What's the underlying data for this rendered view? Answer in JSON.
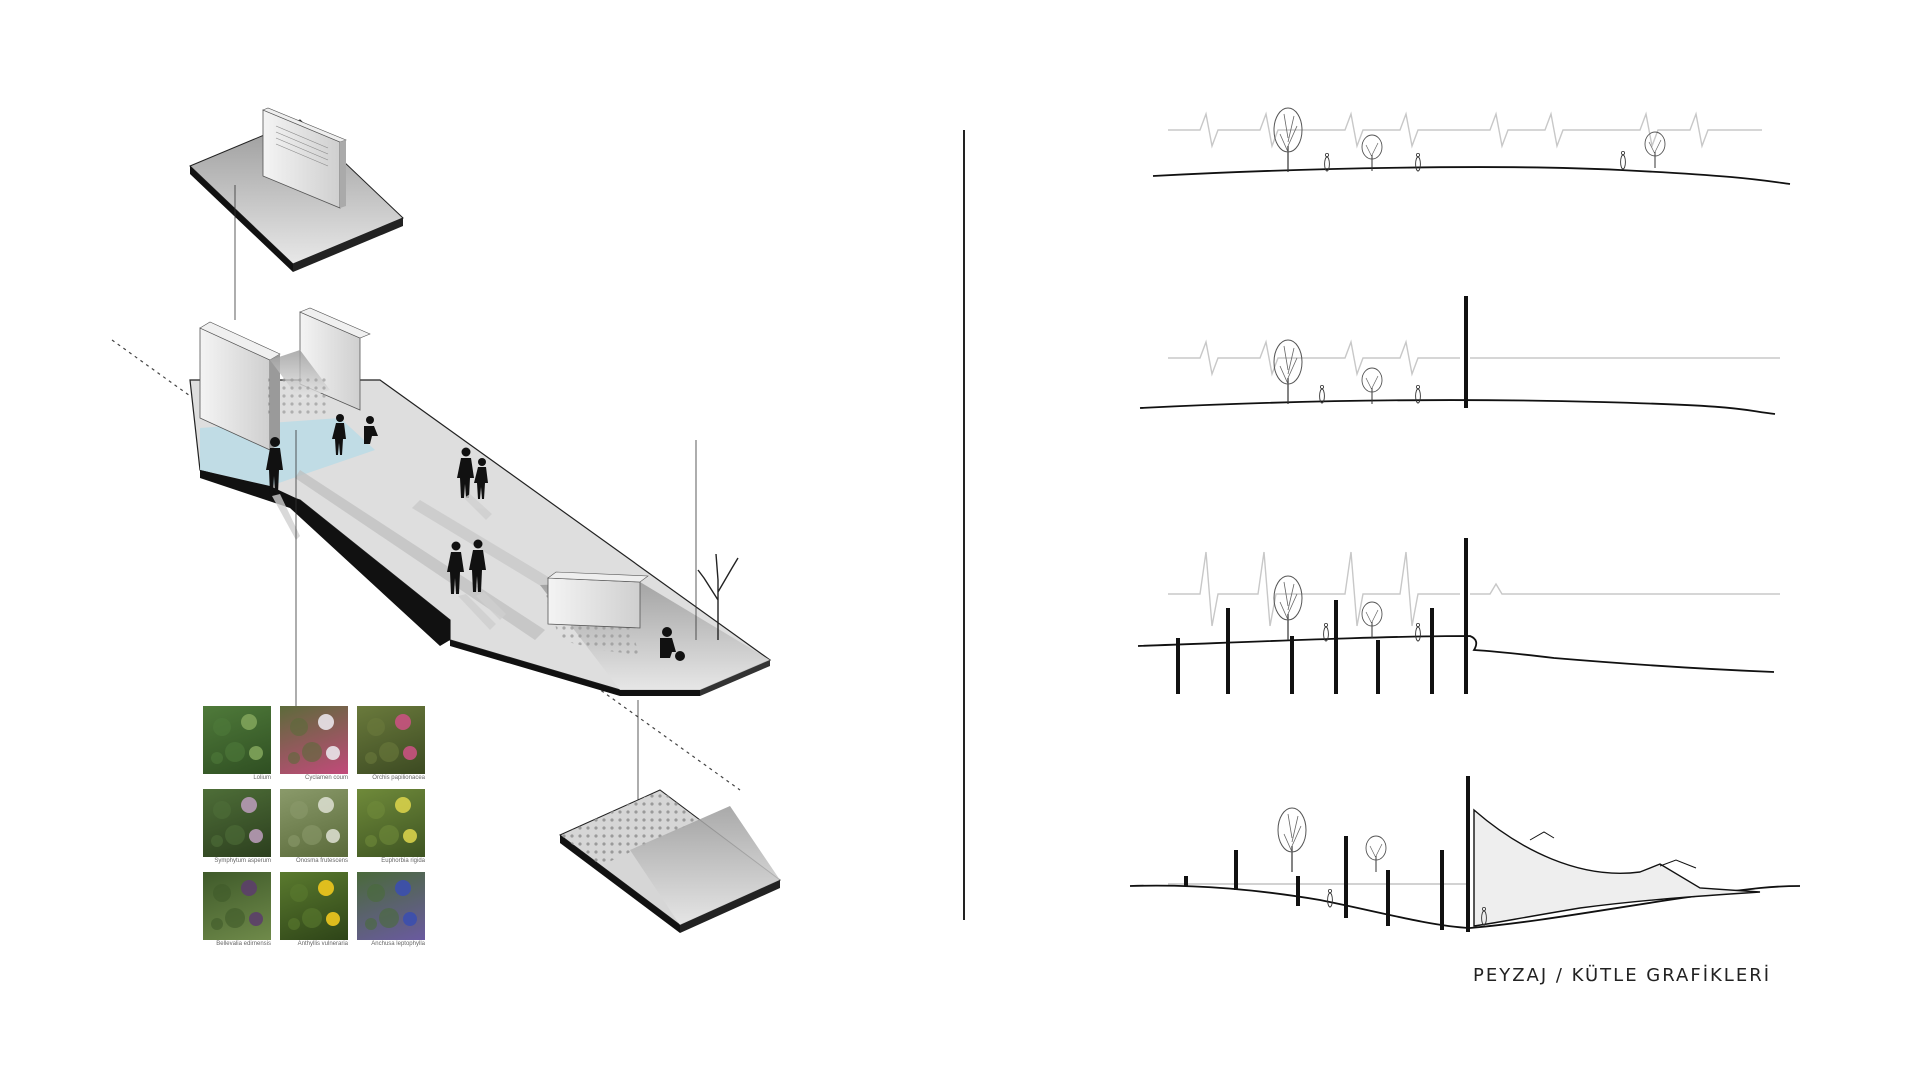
{
  "footer": {
    "title": "PEYZAJ / KÜTLE GRAFİKLERİ"
  },
  "plants": [
    {
      "name": "Lolium",
      "colors": [
        "#4f7a3a",
        "#7fa35a",
        "#2f4f22"
      ]
    },
    {
      "name": "Cyclamen coum",
      "colors": [
        "#5c6b3a",
        "#e9e4ea",
        "#c24a7a"
      ]
    },
    {
      "name": "Orchis papilionacea",
      "colors": [
        "#6a7a3c",
        "#c8527f",
        "#3c4a22"
      ]
    },
    {
      "name": "Symphytum asperum",
      "colors": [
        "#4e6e38",
        "#b79ab6",
        "#2c3f1e"
      ]
    },
    {
      "name": "Onosma frutescens",
      "colors": [
        "#8a9a6a",
        "#d8dccc",
        "#5a6a3a"
      ]
    },
    {
      "name": "Euphorbia rigida",
      "colors": [
        "#6f8a3a",
        "#d7d04a",
        "#3e5422"
      ]
    },
    {
      "name": "Bellevalia edirnensis",
      "colors": [
        "#3f5a2a",
        "#5c3f6a",
        "#6f8a4a"
      ]
    },
    {
      "name": "Anthyllis vulneraria",
      "colors": [
        "#5a7a2e",
        "#f0c81e",
        "#2e4418"
      ]
    },
    {
      "name": "Anchusa leptophylla",
      "colors": [
        "#4a6a3a",
        "#3c4fae",
        "#6a5aa0"
      ]
    }
  ],
  "accent": {
    "ink": "#111111",
    "pulse": "#c8c8c8",
    "water": "#bfdde6",
    "paving": "#dcdcdc"
  }
}
